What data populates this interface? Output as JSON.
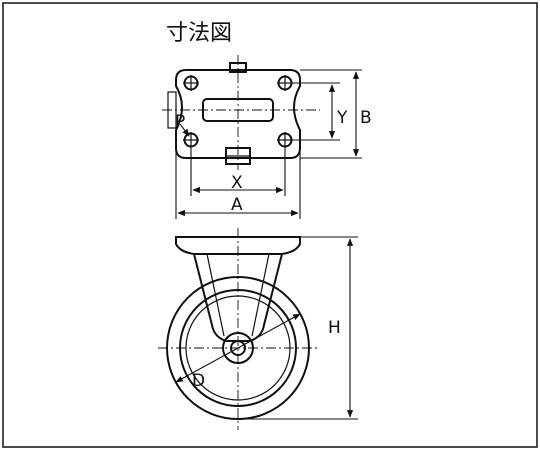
{
  "title": "寸法図",
  "labels": {
    "y": "Y",
    "b": "B",
    "p": "P",
    "x": "X",
    "a": "A",
    "h": "H",
    "d": "D"
  }
}
